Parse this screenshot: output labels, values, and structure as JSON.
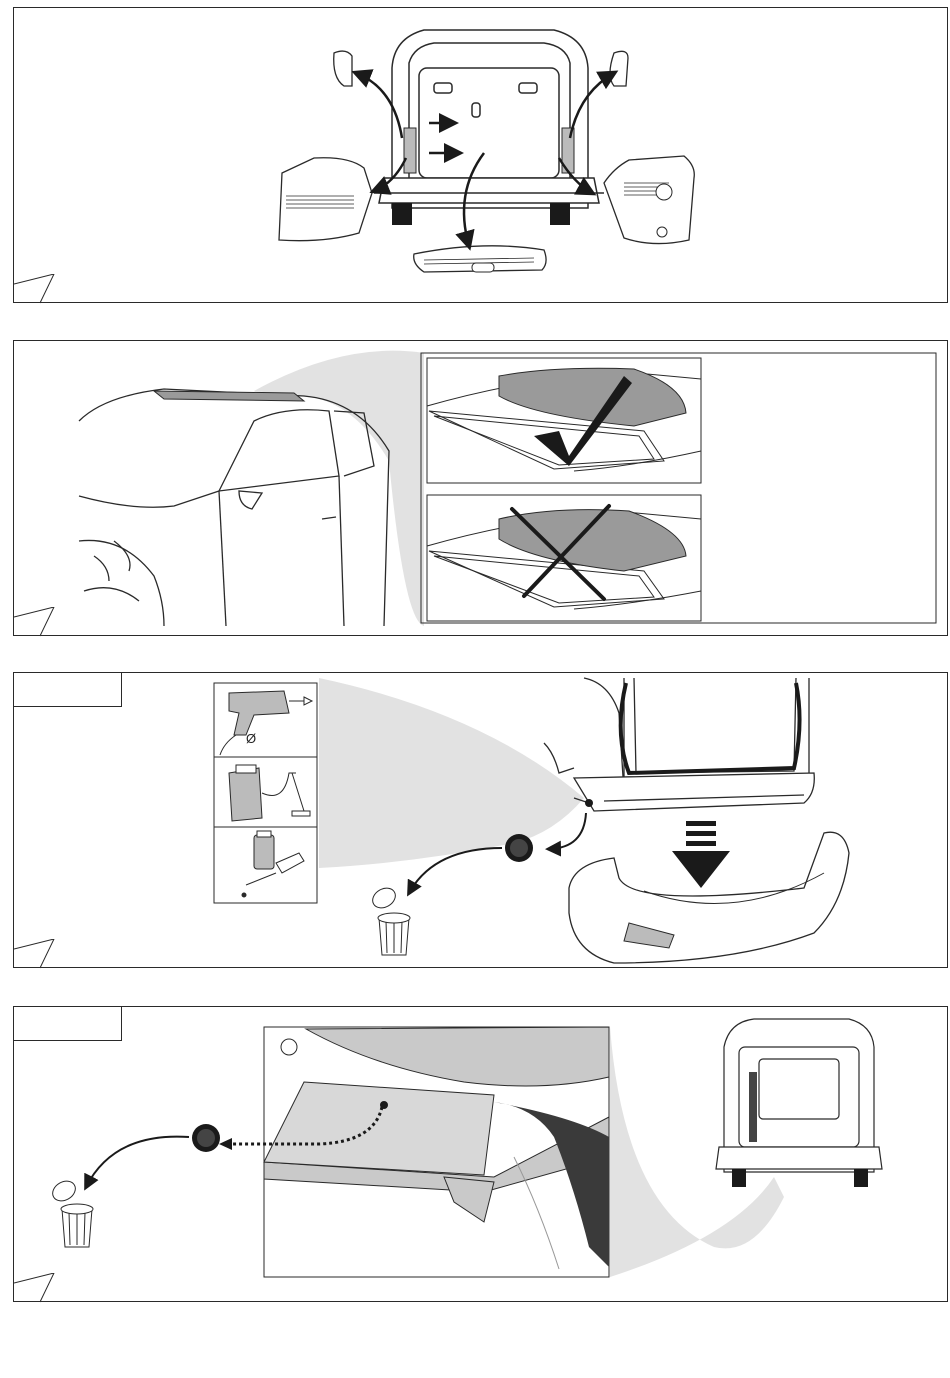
{
  "steps": [
    {
      "id": "step-1",
      "parts": [
        "left-mirror-cover",
        "right-mirror-cover",
        "left-door-trim",
        "right-door-trim",
        "sill-trim"
      ]
    },
    {
      "id": "step-2",
      "correct_label": "",
      "wrong_label": ""
    },
    {
      "id": "step-3",
      "tab_label": "",
      "tools": [
        "drill-icon",
        "vacuum-icon",
        "paint-icon"
      ]
    },
    {
      "id": "step-4",
      "tab_label": ""
    }
  ],
  "diagram_labels": {
    "drill_symbol": "Ø"
  },
  "colors": {
    "line": "#2a2a2a",
    "shade": "#c9c9c9",
    "shade_light": "#e6e6e6"
  }
}
